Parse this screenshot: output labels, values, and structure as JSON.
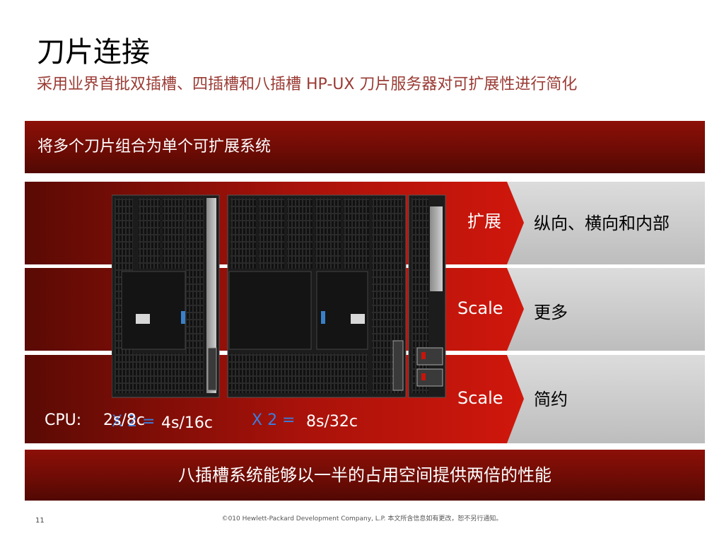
{
  "title": "刀片连接",
  "subtitle": "采用业界首批双插槽、四插槽和八插槽 HP-UX 刀片服务器对可扩展性进行简化",
  "banner_top": "将多个刀片组合为单个可扩展系统",
  "rows": [
    {
      "label": "扩展",
      "description": "纵向、横向和内部"
    },
    {
      "label": "Scale",
      "description": "更多"
    },
    {
      "label": "Scale",
      "description": "简约"
    }
  ],
  "cpu": {
    "label": "CPU:",
    "value1": "2s/8c",
    "mult1": "X 2 =",
    "value2": "4s/16c",
    "mult2": "X 2 =",
    "value3": "8s/32c"
  },
  "banner_bottom": "八插槽系统能够以一半的占用空间提供两倍的性能",
  "page_number": "11",
  "footer": "©010 Hewlett-Packard Development Company, L.P. 本文所含信息如有更改，恕不另行通知。",
  "colors": {
    "dark_red": "#6e0c05",
    "bright_red": "#c8140a",
    "gray": "#c8c8c8",
    "blue": "#3a7ee0"
  }
}
